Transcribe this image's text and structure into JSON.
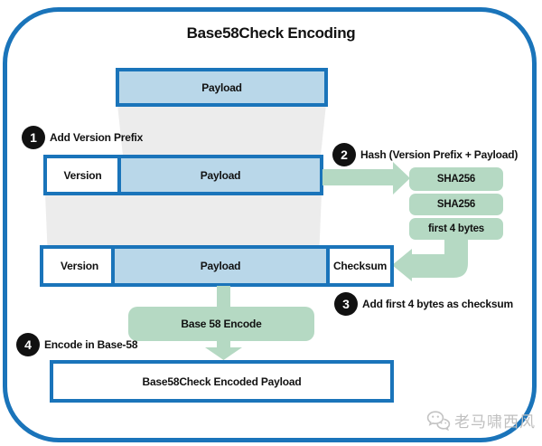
{
  "title": "Base58Check Encoding",
  "diagram": {
    "payload_top": "Payload",
    "row2": {
      "version": "Version",
      "payload": "Payload"
    },
    "row3": {
      "version": "Version",
      "payload": "Payload",
      "checksum": "Checksum"
    },
    "hash_boxes": [
      "SHA256",
      "SHA256",
      "first 4 bytes"
    ],
    "base58_box": "Base 58 Encode",
    "final_box": "Base58Check Encoded Payload"
  },
  "steps": [
    {
      "num": "1",
      "label": "Add Version Prefix"
    },
    {
      "num": "2",
      "label": "Hash (Version Prefix + Payload)"
    },
    {
      "num": "3",
      "label": "Add first 4 bytes as checksum"
    },
    {
      "num": "4",
      "label": "Encode in Base-58"
    }
  ],
  "watermark": {
    "icon": "wechat-icon",
    "text": "老马啸西风"
  },
  "colors": {
    "border_blue": "#1a74ba",
    "fill_blue": "#b9d7e9",
    "fill_green": "#b5d9c3",
    "funnel_gray": "#ececec",
    "badge_black": "#111111",
    "watermark_gray": "#bfbfbf"
  }
}
